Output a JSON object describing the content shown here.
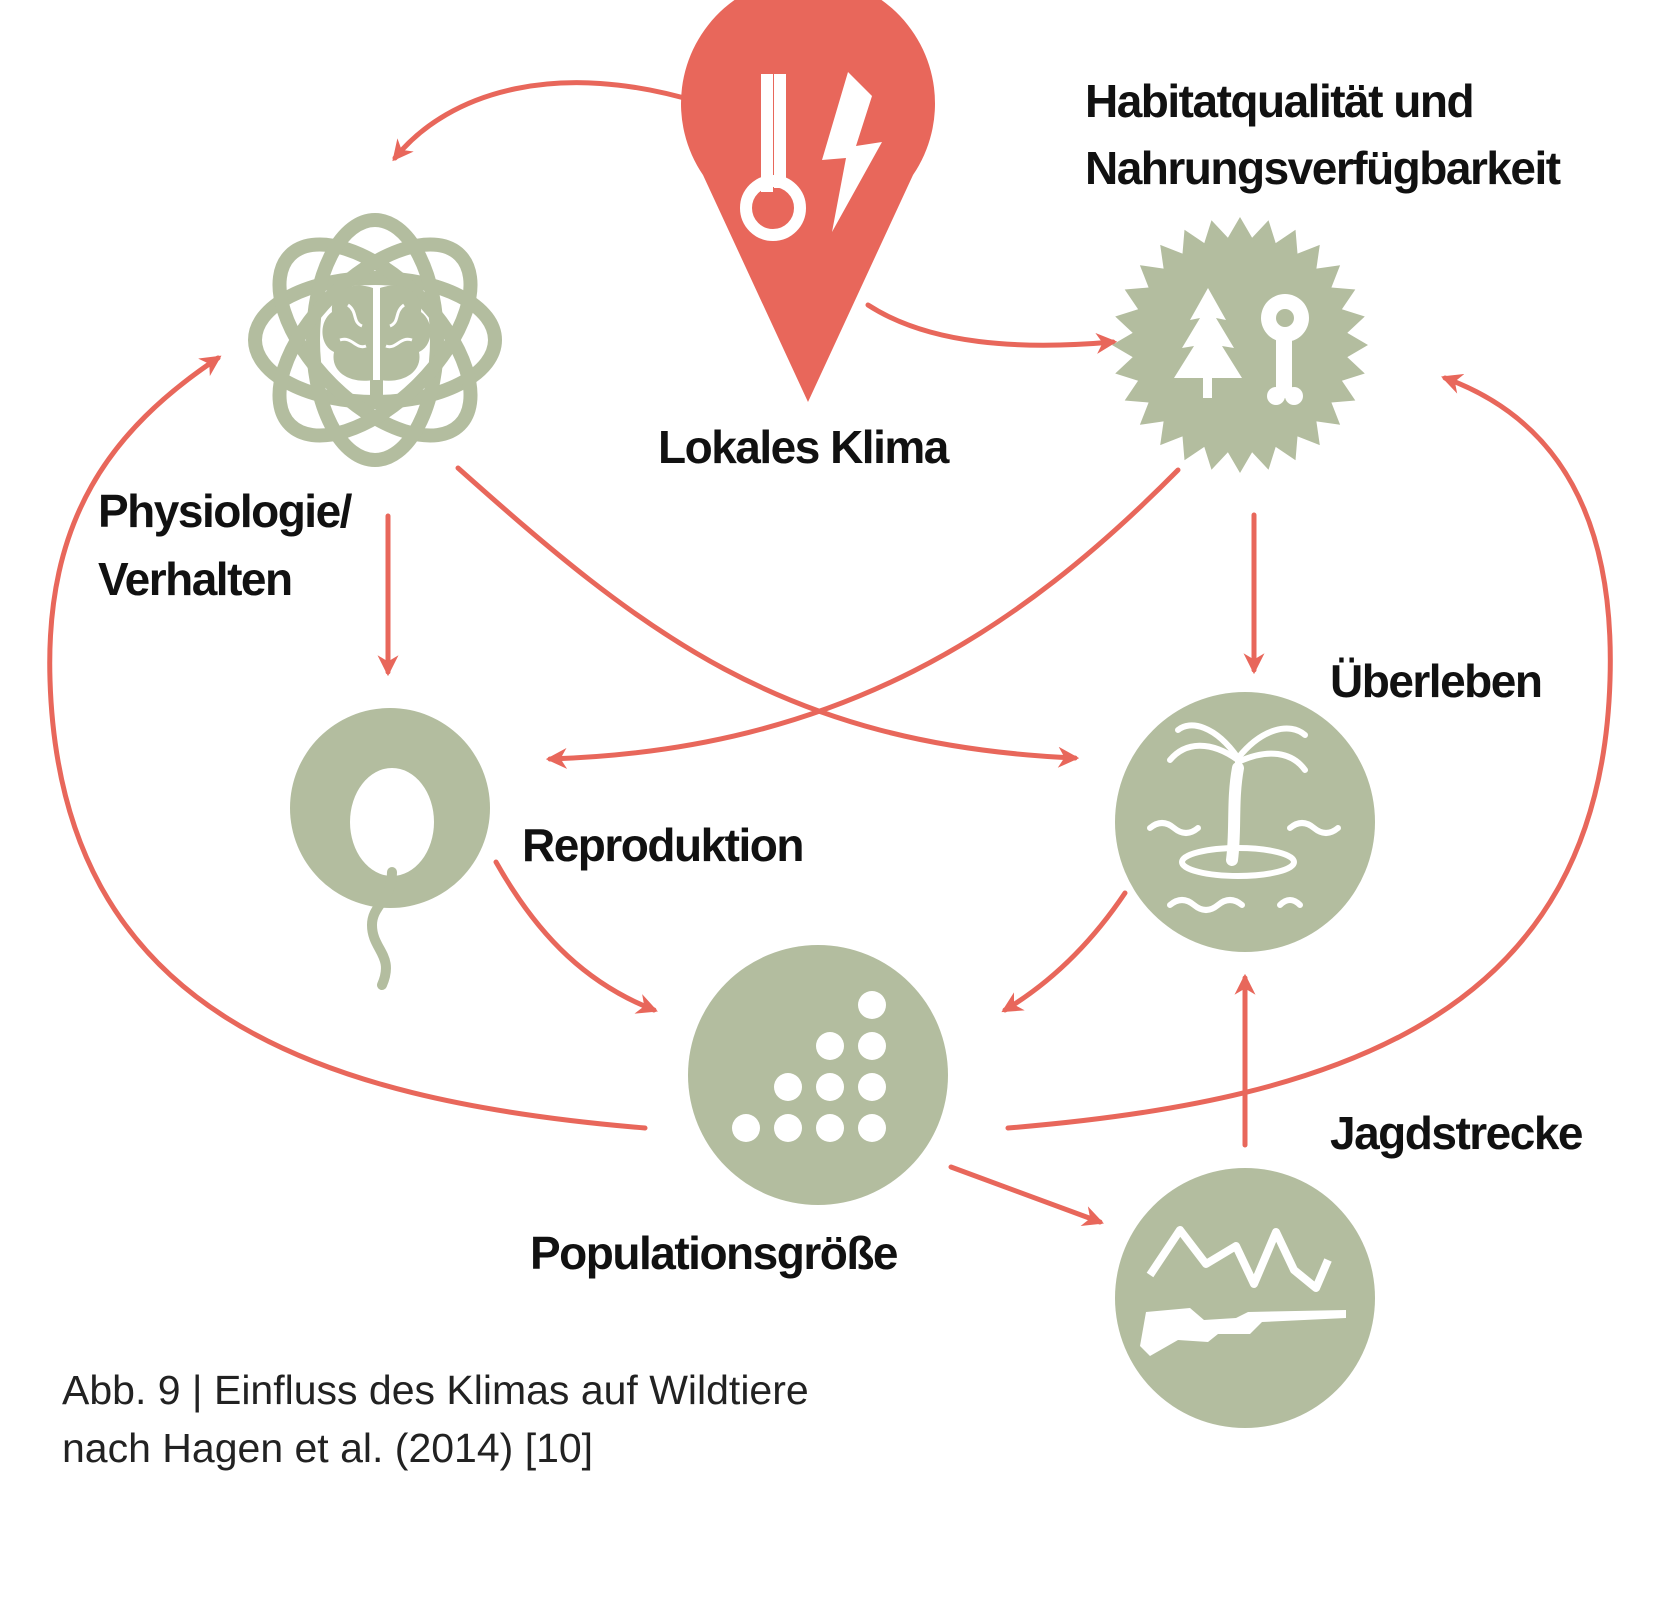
{
  "colors": {
    "accent": "#e8675b",
    "node": "#b3bd9f",
    "text": "#111111"
  },
  "nodes": {
    "klima": {
      "label": "Lokales Klima",
      "icons": [
        "map-pin-icon",
        "thermometer-icon",
        "lightning-icon"
      ]
    },
    "habitat": {
      "line1": "Habitatqualität und",
      "line2": "Nahrungsverfügbarkeit",
      "icons": [
        "seal-badge-icon",
        "tree-icon",
        "bone-icon"
      ]
    },
    "physiologie": {
      "line1": "Physiologie/",
      "line2": "Verhalten",
      "icons": [
        "brain-icon",
        "rings-icon"
      ]
    },
    "reproduktion": {
      "label": "Reproduktion",
      "icons": [
        "sperm-icon"
      ]
    },
    "ueberleben": {
      "label": "Überleben",
      "icons": [
        "palm-island-icon"
      ]
    },
    "population": {
      "label": "Populationsgröße",
      "icons": [
        "dots-icon"
      ]
    },
    "jagdstrecke": {
      "label": "Jagdstrecke",
      "icons": [
        "rifle-icon",
        "zigzag-chart-icon"
      ]
    }
  },
  "caption": {
    "line1": "Abb. 9 | Einfluss des Klimas auf Wildtiere",
    "line2": "nach Hagen et al. (2014) [10]"
  }
}
